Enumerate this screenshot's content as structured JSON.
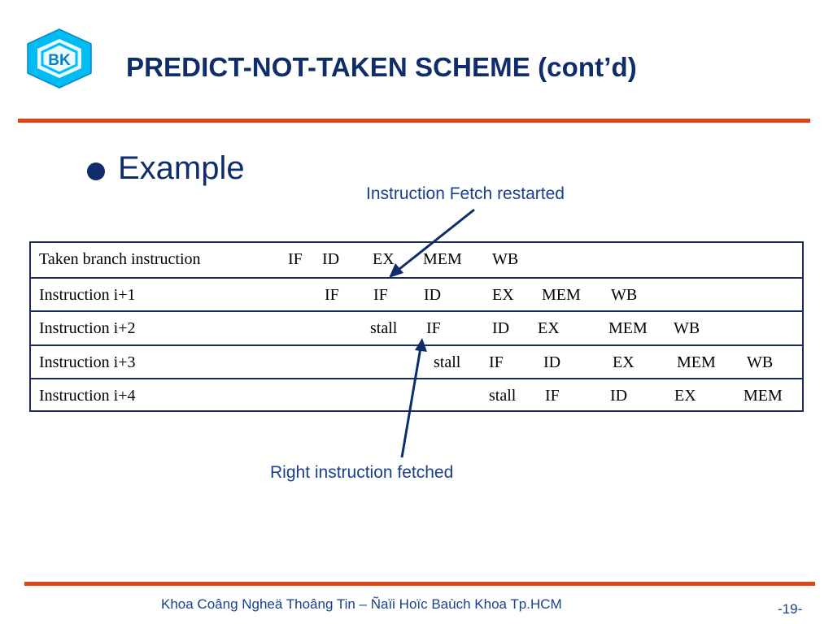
{
  "slide": {
    "title": "PREDICT-NOT-TAKEN SCHEME (cont’d)",
    "heading": "Example",
    "annotations": {
      "fetch_restarted": "Instruction Fetch restarted",
      "right_fetched": "Right instruction fetched"
    },
    "logo_text": "BK",
    "footer": "Khoa Coâng Ngheä Thoâng Tin – Ñaïi Hoïc Baùch Khoa Tp.HCM",
    "page_number": "-19-",
    "colors": {
      "title": "#0f2d6b",
      "accent_rule": "#d8461c",
      "annotation": "#1a3f8f",
      "logo": "#00bcf2"
    }
  },
  "pipeline": {
    "rows": [
      {
        "name": "Taken branch instruction",
        "stages": [
          "IF",
          "ID",
          "EX",
          "MEM",
          "WB"
        ]
      },
      {
        "name": "Instruction i+1",
        "stages": [
          "IF",
          "IF",
          "ID",
          "EX",
          "MEM",
          "WB"
        ]
      },
      {
        "name": "Instruction i+2",
        "stages": [
          "stall",
          "IF",
          "ID",
          "EX",
          "MEM",
          "WB"
        ]
      },
      {
        "name": "Instruction i+3",
        "stages": [
          "stall",
          "IF",
          "ID",
          "EX",
          "MEM",
          "WB"
        ]
      },
      {
        "name": "Instruction i+4",
        "stages": [
          "stall",
          "IF",
          "ID",
          "EX",
          "MEM"
        ]
      }
    ]
  }
}
